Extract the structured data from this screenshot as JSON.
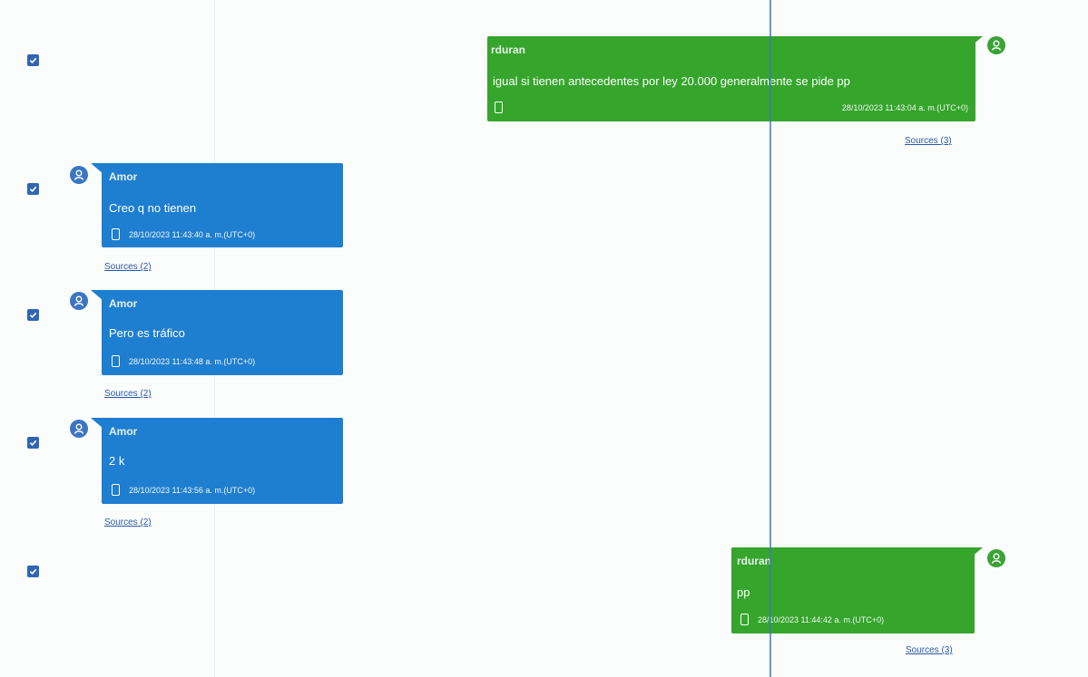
{
  "messages": [
    {
      "sender": "rduran",
      "text": "igual si tienen antecedentes por ley 20.000 generalmente se pide pp",
      "timestamp": "28/10/2023 11:43:04 a. m.(UTC+0)",
      "sources": "Sources (3)",
      "checked": true
    },
    {
      "sender": "Amor",
      "text": "Creo q no tienen",
      "timestamp": "28/10/2023 11:43:40 a. m.(UTC+0)",
      "sources": "Sources (2)",
      "checked": true
    },
    {
      "sender": "Amor",
      "text": "Pero es tráfico",
      "timestamp": "28/10/2023 11:43:48 a. m.(UTC+0)",
      "sources": "Sources (2)",
      "checked": true
    },
    {
      "sender": "Amor",
      "text": "2 k",
      "timestamp": "28/10/2023 11:43:56 a. m.(UTC+0)",
      "sources": "Sources (2)",
      "checked": true
    },
    {
      "sender": "rduran",
      "text": "pp",
      "timestamp": "28/10/2023 11:44:42 a. m.(UTC+0)",
      "sources": "Sources (3)",
      "checked": true
    }
  ],
  "colors": {
    "outgoing_bubble": "#35a52c",
    "incoming_bubble": "#1e7ed0",
    "checkbox": "#2f66b3",
    "link": "#2b59a6",
    "divider": "#3d78b8"
  },
  "icons": {
    "checkbox": "checkbox-checked-icon",
    "avatar": "user-avatar-icon",
    "device": "phone-device-icon"
  }
}
